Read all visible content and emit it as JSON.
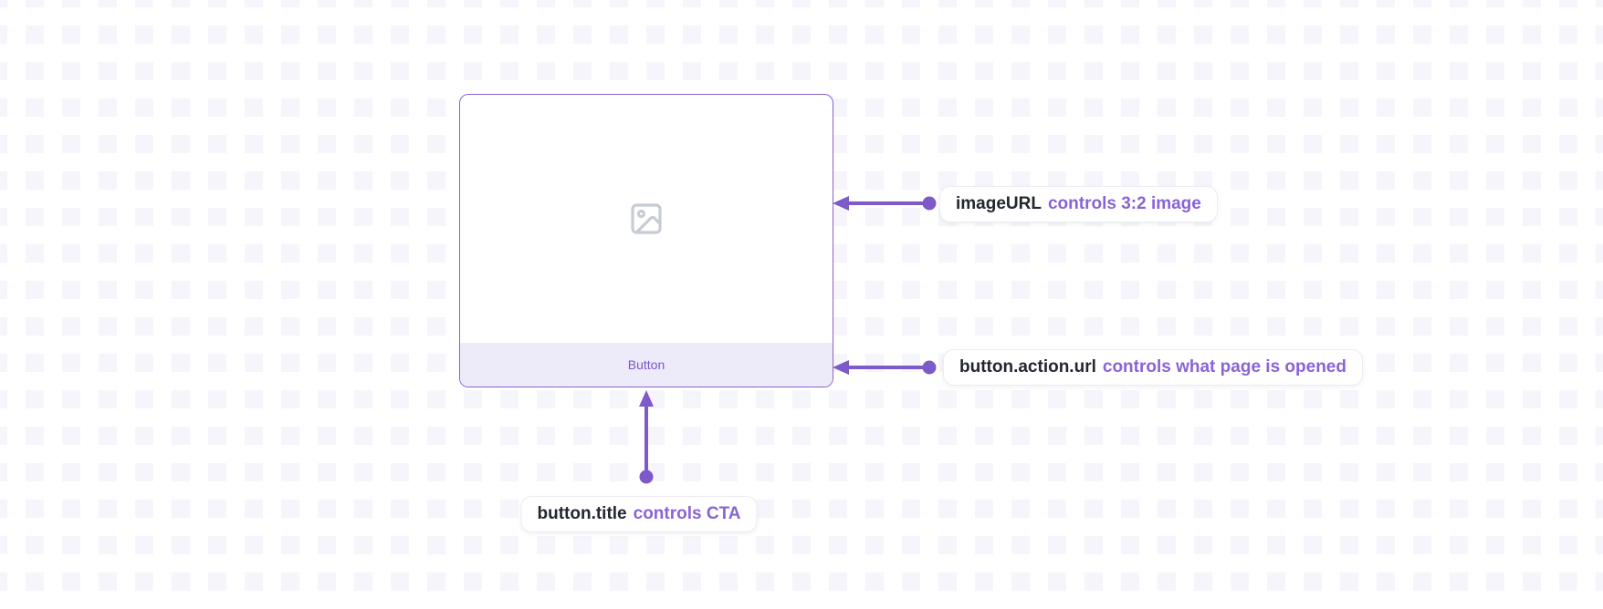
{
  "colors": {
    "accent_arrow": "#7d59c9",
    "accent_text": "#8a63d6",
    "dark_text": "#23272f",
    "card_border": "#8a63d2",
    "button_bar_bg": "#edebfa",
    "button_text": "#7a55c7",
    "grid_square": "#f5f5fb",
    "placeholder_icon_gray": "#c6cbd4"
  },
  "card": {
    "button_label": "Button",
    "image_placeholder_icon": "image-icon"
  },
  "annotations": [
    {
      "field": "imageURL",
      "description": "controls 3:2 image"
    },
    {
      "field": "button.action.url",
      "description": "controls what page is opened"
    },
    {
      "field": "button.title",
      "description": "controls CTA"
    }
  ]
}
